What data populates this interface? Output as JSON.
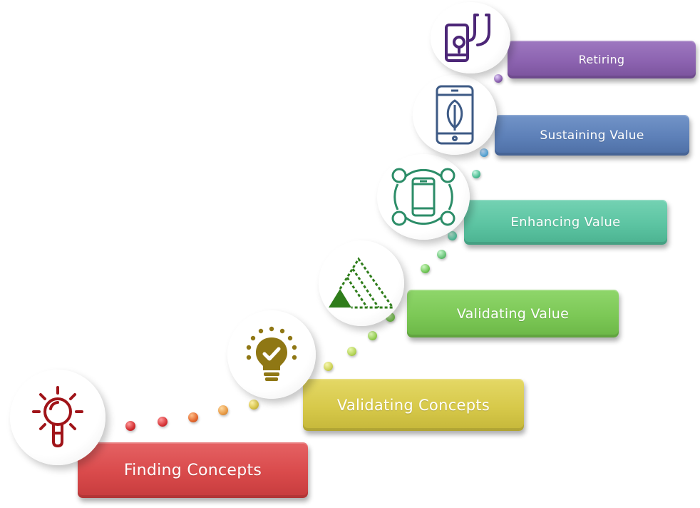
{
  "stages": [
    {
      "label": "Finding Concepts",
      "color": "#d94a4b",
      "icon": "magnifier-lightbulb-icon",
      "icon_color": "#a01419"
    },
    {
      "label": "Validating Concepts",
      "color": "#d7c94a",
      "icon": "lightbulb-check-icon",
      "icon_color": "#8f7714"
    },
    {
      "label": "Validating Value",
      "color": "#7cc856",
      "icon": "triangle-growth-icon",
      "icon_color": "#2f7d1b"
    },
    {
      "label": "Enhancing Value",
      "color": "#5cc4a2",
      "icon": "connected-phone-icon",
      "icon_color": "#2c8d68"
    },
    {
      "label": "Sustaining Value",
      "color": "#5d80b8",
      "icon": "phone-leaf-icon",
      "icon_color": "#3d5a85"
    },
    {
      "label": "Retiring",
      "color": "#8c63b0",
      "icon": "phone-stethoscope-icon",
      "icon_color": "#4c2677"
    }
  ]
}
